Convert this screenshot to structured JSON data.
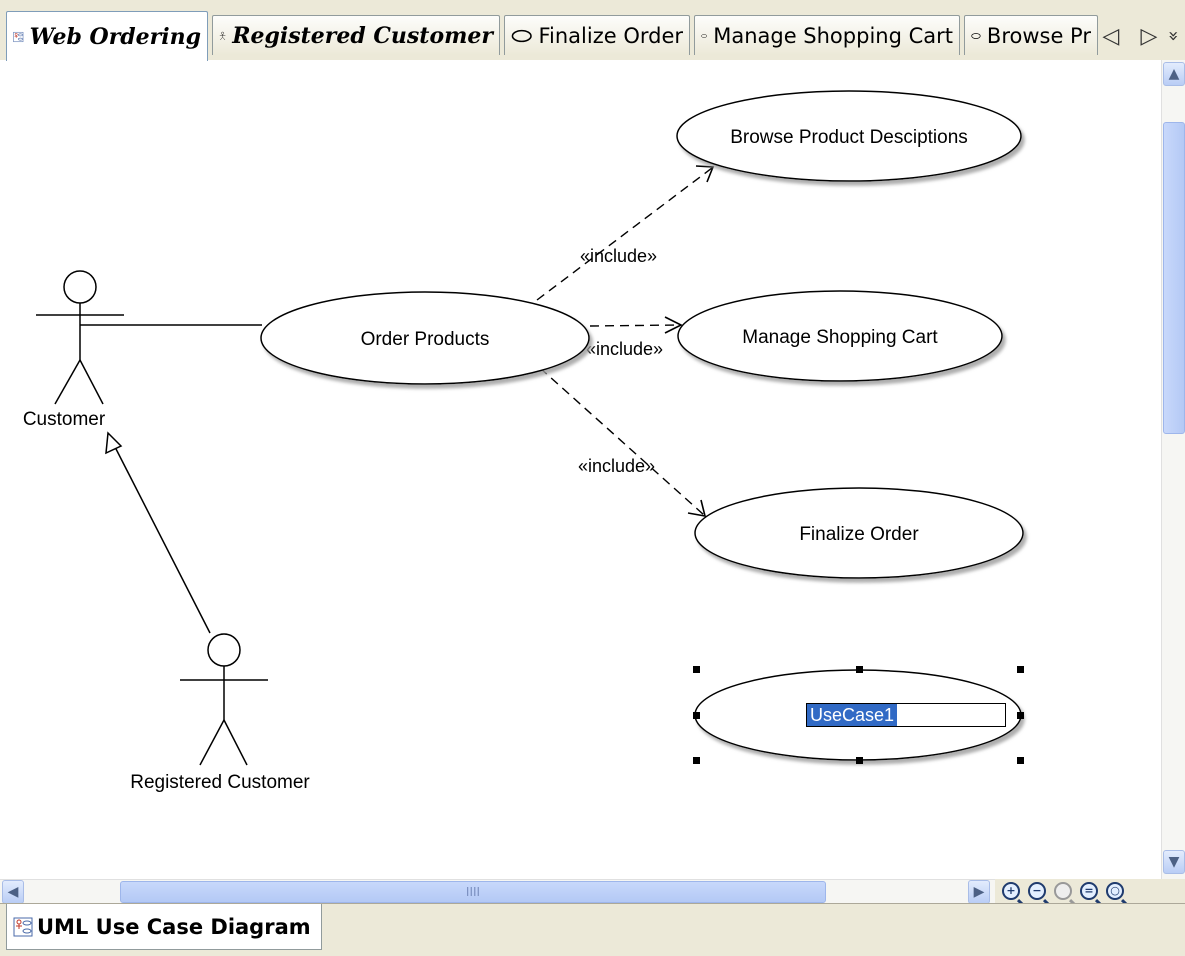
{
  "tabs": [
    {
      "label": "Web Ordering",
      "icon": "use-case-diagram-icon",
      "active": true
    },
    {
      "label": "Registered Customer",
      "icon": "actor-icon",
      "active": false
    },
    {
      "label": "Finalize Order",
      "icon": "use-case-icon",
      "active": false
    },
    {
      "label": "Manage Shopping Cart",
      "icon": "use-case-icon",
      "active": false
    },
    {
      "label": "Browse Pr",
      "icon": "use-case-icon",
      "active": false
    }
  ],
  "tab_nav": {
    "prev": "◁",
    "next": "▷",
    "more": "»"
  },
  "diagram": {
    "actors": {
      "customer": "Customer",
      "registered_customer": "Registered Customer"
    },
    "use_cases": {
      "order_products": "Order Products",
      "browse_product_descriptions": "Browse Product Desciptions",
      "manage_shopping_cart": "Manage Shopping Cart",
      "finalize_order": "Finalize Order"
    },
    "stereotypes": {
      "include_browse": "«include»",
      "include_cart": "«include»",
      "include_finalize": "«include»"
    },
    "editing": {
      "value": "UseCase1"
    }
  },
  "scrollbar": {
    "up": "▲",
    "down": "▼",
    "left": "◀",
    "right": "▶",
    "grip": "IIII"
  },
  "zoom_buttons": [
    {
      "name": "zoom-in-icon",
      "glyph": "+"
    },
    {
      "name": "zoom-out-icon",
      "glyph": "−"
    },
    {
      "name": "zoom-100-icon",
      "glyph": "",
      "disabled": true
    },
    {
      "name": "zoom-fit-icon",
      "glyph": "="
    },
    {
      "name": "zoom-to-selection-icon",
      "glyph": "○"
    }
  ],
  "bottom_tab": {
    "label": "UML Use Case Diagram",
    "icon": "use-case-diagram-icon"
  },
  "colors": {
    "selection": "#316ac5",
    "canvas": "#ffffff",
    "chrome": "#ece9d8"
  }
}
